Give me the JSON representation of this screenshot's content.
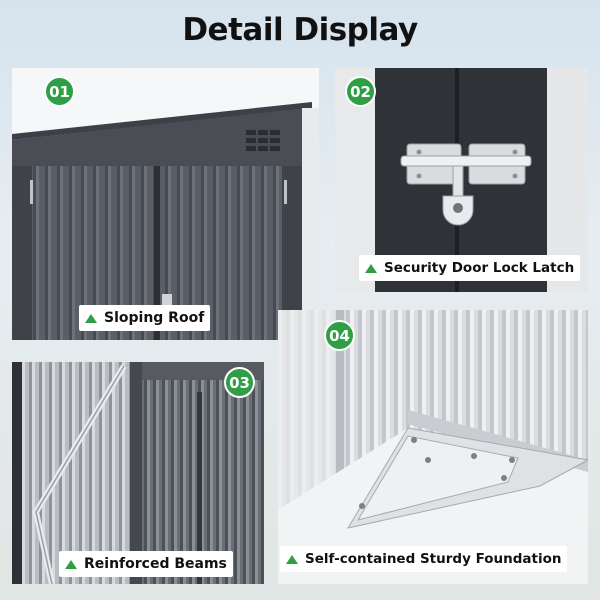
{
  "title": "Detail Display",
  "accent_color": "#2f9e44",
  "label_marker_icon": "green-triangle-icon",
  "panels": [
    {
      "number": "01",
      "label": "Sloping Roof"
    },
    {
      "number": "02",
      "label": "Security Door Lock Latch"
    },
    {
      "number": "03",
      "label": "Reinforced Beams"
    },
    {
      "number": "04",
      "label": "Self-contained Sturdy Foundation"
    }
  ]
}
